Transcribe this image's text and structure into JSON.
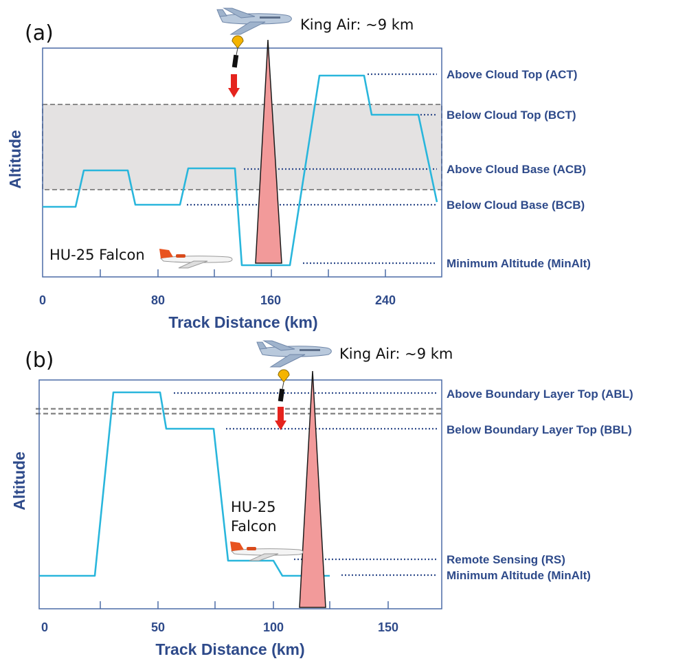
{
  "colors": {
    "flight_track": "#29b6dc",
    "label_text": "#2e4a8a",
    "axis_frame": "#4a6aa6",
    "cloud_layer": "#e4e2e2",
    "lidar_beam": "#f29a9a",
    "dropsonde_arrow": "#e5231d",
    "dropsonde_canopy": "#f5b400"
  },
  "icons": [
    "king-air-aircraft-icon",
    "hu25-falcon-aircraft-icon",
    "dropsonde-icon",
    "down-arrow-icon",
    "lidar-beam-triangle"
  ],
  "panel_a": {
    "label": "(a)",
    "king_air_label": "King Air: ~9 km",
    "falcon_label": "HU-25 Falcon",
    "y_axis_title": "Altitude",
    "x_axis_title": "Track Distance (km)",
    "x_ticks": [
      "0",
      "80",
      "160",
      "240"
    ],
    "levels": {
      "act": "Above Cloud Top (ACT)",
      "bct": "Below Cloud Top (BCT)",
      "acb": "Above Cloud Base (ACB)",
      "bcb": "Below Cloud Base (BCB)",
      "minalt": "Minimum Altitude (MinAlt)"
    }
  },
  "panel_b": {
    "label": "(b)",
    "king_air_label": "King Air: ~9 km",
    "falcon_label_line1": "HU-25",
    "falcon_label_line2": "Falcon",
    "y_axis_title": "Altitude",
    "x_axis_title": "Track Distance (km)",
    "x_ticks": [
      "0",
      "50",
      "100",
      "150"
    ],
    "levels": {
      "abl": "Above Boundary Layer Top (ABL)",
      "bbl": "Below Boundary Layer Top (BBL)",
      "rs": "Remote Sensing (RS)",
      "minalt": "Minimum Altitude (MinAlt)"
    }
  }
}
